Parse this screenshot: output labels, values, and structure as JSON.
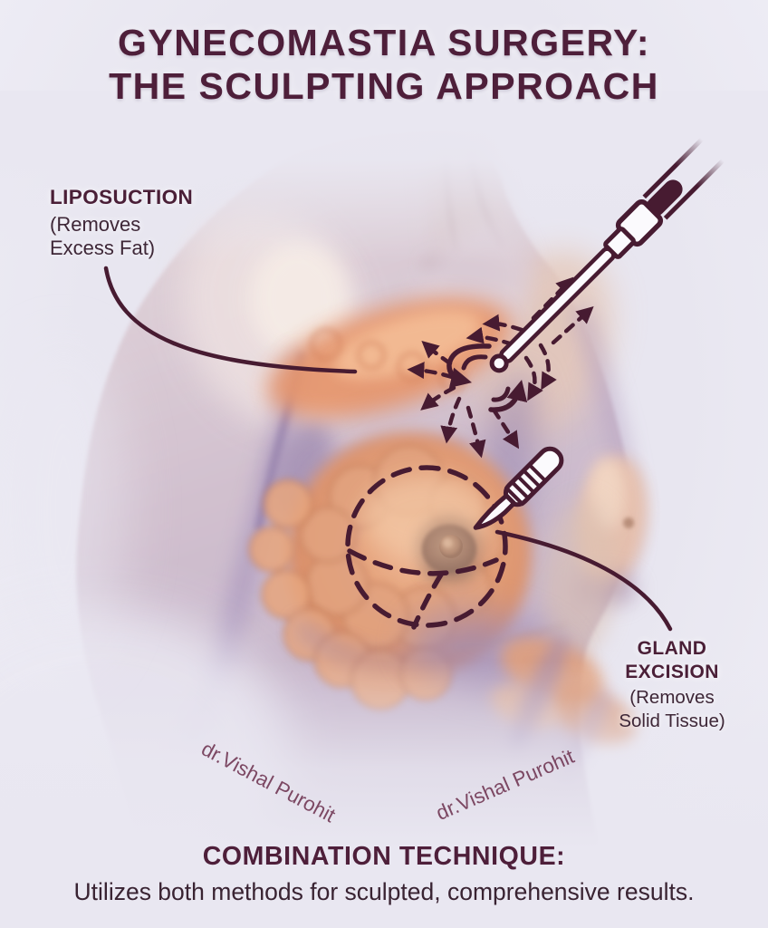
{
  "title": {
    "line1": "GYNECOMASTIA SURGERY:",
    "line2": "THE SCULPTING APPROACH"
  },
  "annotations": {
    "liposuction": {
      "heading": "LIPOSUCTION",
      "detail_line1": "(Removes",
      "detail_line2": "Excess Fat)"
    },
    "gland_excision": {
      "heading_line1": "GLAND",
      "heading_line2": "EXCISION",
      "detail_line1": "(Removes",
      "detail_line2": "Solid Tissue)"
    }
  },
  "watermarks": {
    "left": "dr.Vishal Purohit",
    "right": "dr.Vishal Purohit"
  },
  "footer": {
    "heading": "COMBINATION TECHNIQUE:",
    "description": "Utilizes both methods for sculpted, comprehensive results."
  },
  "style": {
    "background": "#e9e7f1",
    "accent_maroon": "#4e1f3a",
    "line_art": "#471b31",
    "body_text": "#3e2737",
    "watermark_color": "#6e3350",
    "skin_tone": "#cfbfcd",
    "fat_orange": "#e6956c"
  }
}
